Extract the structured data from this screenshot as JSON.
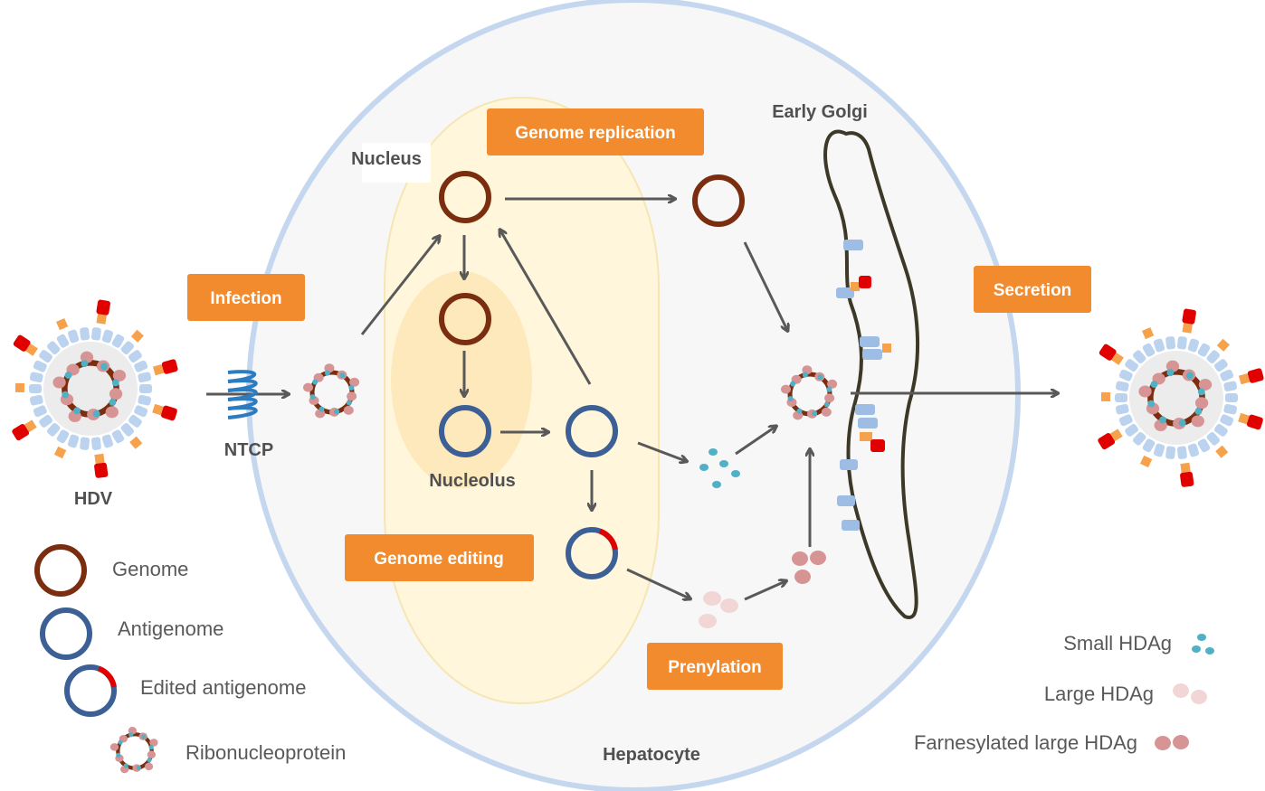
{
  "labels": {
    "nucleus": "Nucleus",
    "nucleolus": "Nucleolus",
    "early_golgi": "Early Golgi",
    "hepatocyte": "Hepatocyte",
    "hdv": "HDV",
    "ntcp": "NTCP"
  },
  "steps": {
    "genome_replication": "Genome replication",
    "infection": "Infection",
    "secretion": "Secretion",
    "genome_editing": "Genome editing",
    "prenylation": "Prenylation"
  },
  "legend_left": {
    "genome": "Genome",
    "antigenome": "Antigenome",
    "edited_antigenome": "Edited antigenome",
    "ribonucleoprotein": "Ribonucleoprotein"
  },
  "legend_right": {
    "small_hdag": "Small HDAg",
    "large_hdag": "Large HDAg",
    "farnesylated_large_hdag": "Farnesylated large HDAg"
  },
  "colors": {
    "step_box": "#f28b2e",
    "genome_ring": "#7a2e0f",
    "antigenome_ring": "#3c6095",
    "edit_mark": "#e00000",
    "arrow": "#595959",
    "cell_border": "#c4d7ef",
    "cell_fill": "#f7f7f7",
    "nucleus_fill": "#fff6dc",
    "nucleolus_fill": "#fde9bb",
    "golgi_line": "#3d3928",
    "small_hdag": "#4fb0c6",
    "large_hdag": "#f2d6d6",
    "farnesylated_hdag": "#d69494",
    "ntcp": "#2d7cc0"
  }
}
